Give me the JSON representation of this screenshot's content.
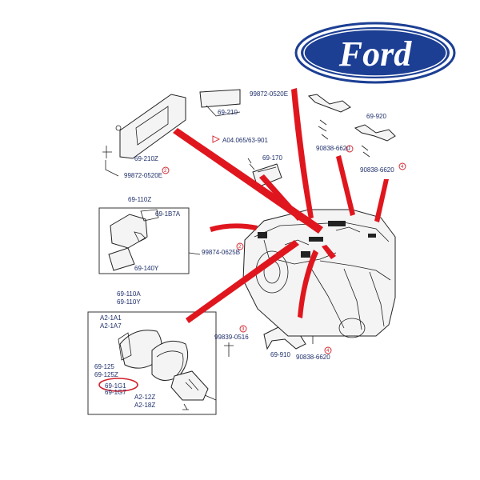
{
  "brand": {
    "logo_text": "Ford",
    "logo_color": "#1c3f94",
    "logo_ring_color": "#1c3f94"
  },
  "colors": {
    "label": "#1f2f6b",
    "pointer_ray": "#e0161e",
    "highlight_ellipse": "#d0202a"
  },
  "labels": {
    "sunvisor_screw_code": "99872-0520E",
    "sunvisor_top": "69-210",
    "sunvisor_left": "69-210Z",
    "sunvisor_left_screw": "99872-0520E",
    "sunvisor_left_qty": "2",
    "lamp_code": "A04.065/63-901",
    "lamp_part": "69-170",
    "grip_left_code": "90838-6620",
    "grip_right_part": "69-920",
    "grip_right_code": "90838-6620",
    "grip_right_qty": "4",
    "inner_mirror_set": "69-110Z",
    "inner_mirror_arm": "69-1B7A",
    "inner_mirror_glass": "69-140Y",
    "inner_mirror_screw": "99874-0625B",
    "inner_mirror_qty": "2",
    "outer_mirror_a": "69-110A",
    "outer_mirror_b": "69-110Y",
    "outer_a2_1a1": "A2-1A1",
    "outer_a2_1a7": "A2-1A7",
    "outer_125": "69-125",
    "outer_125z": "69-125Z",
    "outer_1g1": "69-1G1",
    "outer_1g7": "69-1G7",
    "outer_a2_12z": "A2-12Z",
    "outer_a2_18z": "A2-18Z",
    "rear_screw_code": "99839-0516",
    "rear_screw_qty": "3",
    "rear_grip_part": "69-910",
    "rear_grip_code": "90838-6620",
    "rear_grip_qty": "4"
  }
}
